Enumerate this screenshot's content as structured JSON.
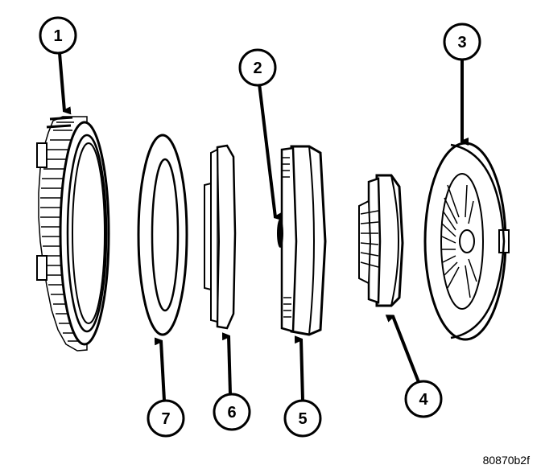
{
  "callouts": [
    {
      "id": "c1",
      "label": "1"
    },
    {
      "id": "c2",
      "label": "2"
    },
    {
      "id": "c3",
      "label": "3"
    },
    {
      "id": "c4",
      "label": "4"
    },
    {
      "id": "c5",
      "label": "5"
    },
    {
      "id": "c6",
      "label": "6"
    },
    {
      "id": "c7",
      "label": "7"
    }
  ],
  "figure_id": "80870b2f"
}
